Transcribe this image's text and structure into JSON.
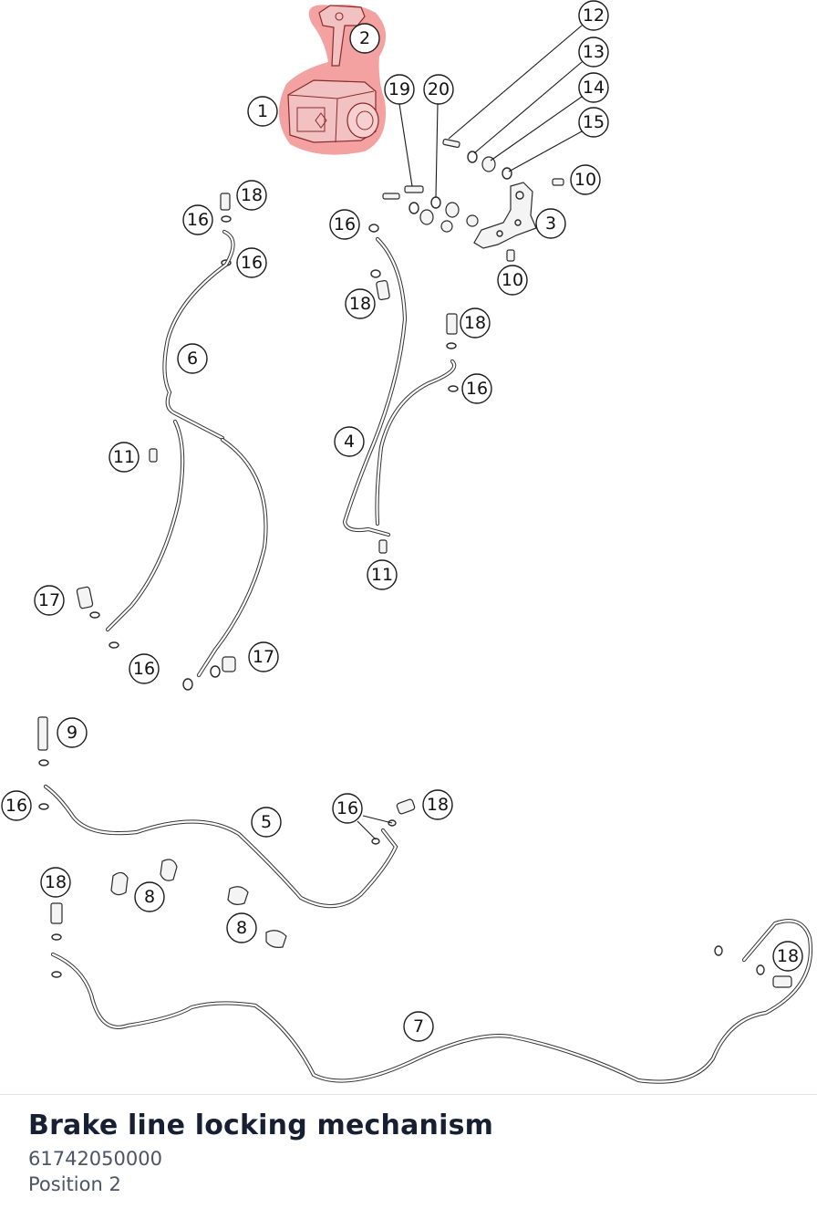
{
  "highlight_color": "#ee7d7d",
  "callouts": {
    "c1": "1",
    "c2": "2",
    "c3": "3",
    "c4": "4",
    "c5": "5",
    "c6": "6",
    "c7": "7",
    "c8a": "8",
    "c8b": "8",
    "c9": "9",
    "c10a": "10",
    "c10b": "10",
    "c11a": "11",
    "c11b": "11",
    "c12": "12",
    "c13": "13",
    "c14": "14",
    "c15": "15",
    "c16a": "16",
    "c16b": "16",
    "c16c": "16",
    "c16d": "16",
    "c16e": "16",
    "c16f": "16",
    "c16g": "16",
    "c17a": "17",
    "c17b": "17",
    "c18a": "18",
    "c18b": "18",
    "c18c": "18",
    "c18d": "18",
    "c18e": "18",
    "c18f": "18",
    "c19": "19",
    "c20": "20"
  },
  "footer": {
    "title": "Brake line locking mechanism",
    "part_number": "61742050000",
    "position": "Position 2"
  }
}
